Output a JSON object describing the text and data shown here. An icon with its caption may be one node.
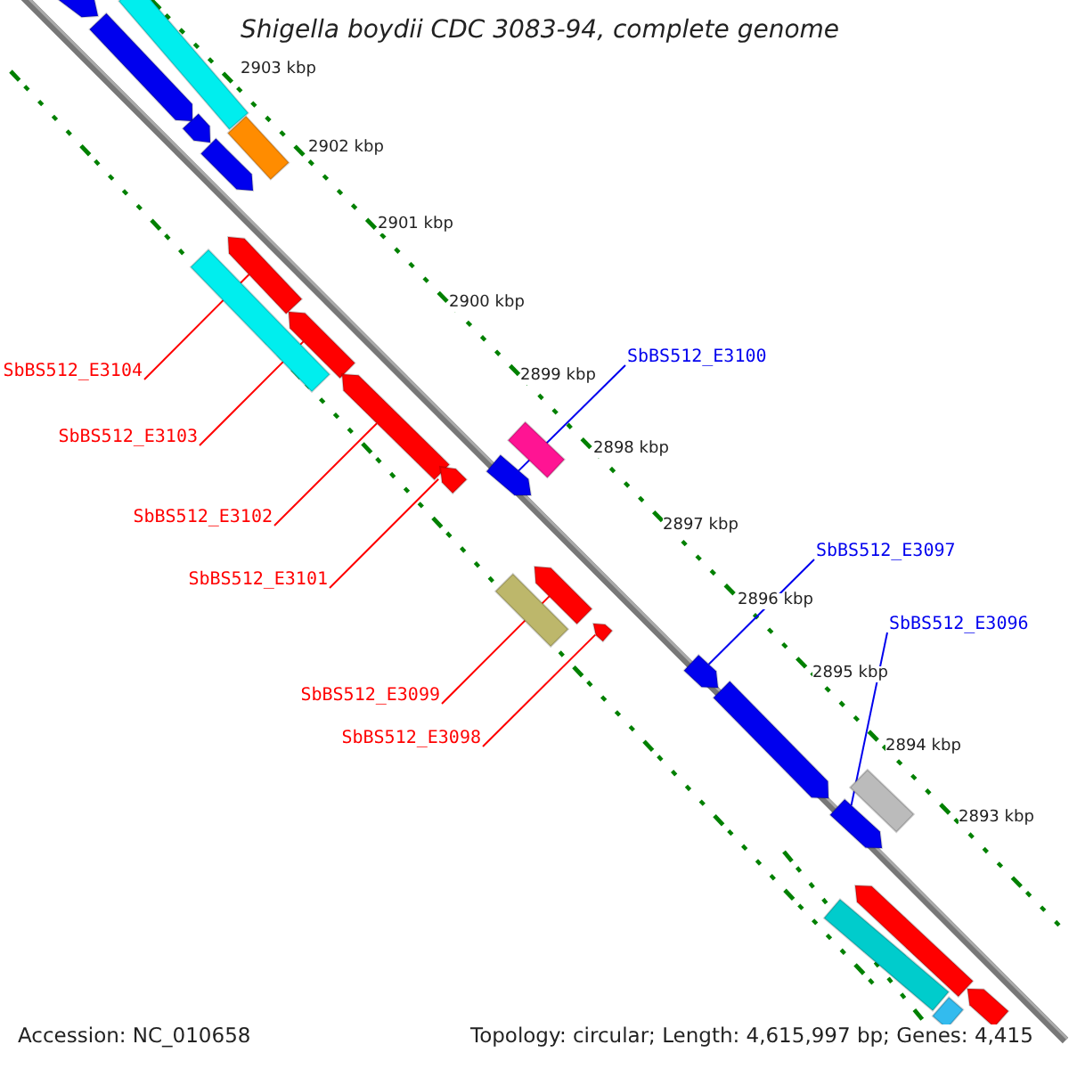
{
  "diagram": {
    "title": "Shigella boydii CDC 3083-94, complete genome",
    "nodes": [
      {
        "text": [
          "SbBS512_E3100"
        ]
      },
      {
        "text": [
          "SbBS512_E3104"
        ]
      },
      {
        "text": [
          "SbBS512_E3103"
        ]
      },
      {
        "text": [
          "SbBS512_E3102"
        ]
      },
      {
        "text": [
          "SbBS512_E3097"
        ]
      },
      {
        "text": [
          "SbBS512_E3101"
        ]
      },
      {
        "text": [
          "SbBS512_E3096"
        ]
      },
      {
        "text": [
          "SbBS512_E3099"
        ]
      },
      {
        "text": [
          "SbBS512_E3098"
        ]
      },
      {
        "text": [],
        "shape": "arrow"
      },
      {
        "text": [],
        "shape": "bar"
      },
      {
        "text": [],
        "shape": "arrow"
      },
      {
        "text": [],
        "shape": "arrow"
      },
      {
        "text": [],
        "shape": "bar"
      },
      {
        "text": [],
        "shape": "arrow"
      },
      {
        "text": [],
        "shape": "arrow"
      },
      {
        "text": [],
        "shape": "bar"
      },
      {
        "text": [],
        "shape": "arrow"
      },
      {
        "text": [],
        "shape": "arrow"
      },
      {
        "text": [],
        "shape": "bar"
      },
      {
        "text": [],
        "shape": "arrow"
      },
      {
        "text": [],
        "shape": "arrow"
      },
      {
        "text": [],
        "shape": "arrow"
      },
      {
        "text": [],
        "shape": "bar"
      },
      {
        "text": [],
        "shape": "arrow"
      },
      {
        "text": [],
        "shape": "arrow"
      },
      {
        "text": [],
        "shape": "arrow"
      },
      {
        "text": [],
        "shape": "bar"
      },
      {
        "text": [],
        "shape": "arrow"
      },
      {
        "text": [],
        "shape": "arrow"
      },
      {
        "text": [],
        "shape": "bar"
      },
      {
        "text": [],
        "shape": "arrow"
      },
      {
        "text": [],
        "shape": "bar"
      }
    ],
    "edges": [
      {
        "from": 0,
        "to": 21,
        "arrow": "none",
        "color": "#0000ee"
      },
      {
        "from": 1,
        "to": 15,
        "arrow": "none"
      },
      {
        "from": 2,
        "to": 17,
        "arrow": "none"
      },
      {
        "from": 3,
        "to": 18,
        "arrow": "none"
      },
      {
        "from": 4,
        "to": 25,
        "arrow": "none",
        "color": "#0000ee"
      },
      {
        "from": 5,
        "to": 20,
        "arrow": "none"
      },
      {
        "from": 6,
        "to": 28,
        "arrow": "none",
        "color": "#0000ee"
      },
      {
        "from": 7,
        "to": 22,
        "arrow": "none"
      },
      {
        "from": 8,
        "to": 24,
        "arrow": "none"
      }
    ],
    "labels": [
      "2903 kbp",
      "2902 kbp",
      "2901 kbp",
      "2900 kbp",
      "2899 kbp",
      "2898 kbp",
      "2897 kbp",
      "2896 kbp",
      "2895 kbp",
      "2894 kbp",
      "2893 kbp",
      "Accession: NC_010658",
      "Topology: circular; Length: 4,615,997 bp; Genes: 4,415"
    ]
  }
}
